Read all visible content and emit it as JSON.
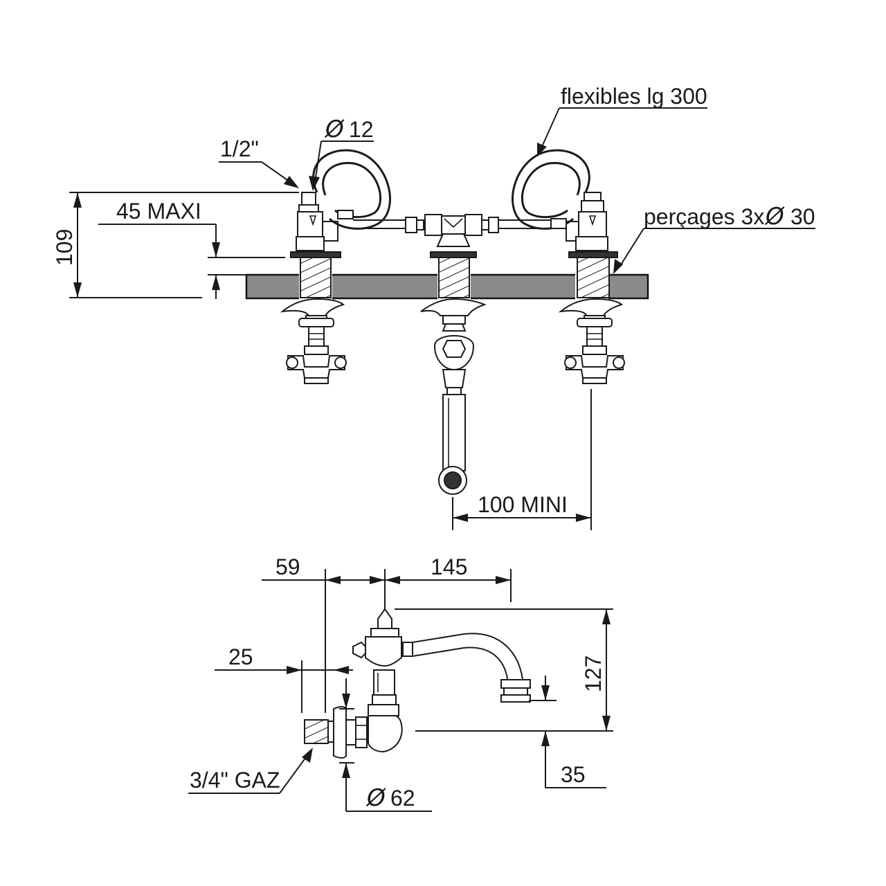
{
  "front_view": {
    "labels": {
      "flex": "flexibles lg 300",
      "diam12_sym": "Ø",
      "diam12_val": "12",
      "half_inch": "1/2\"",
      "maxi": "45 MAXI",
      "height": "109",
      "holes_prefix": "perçages 3x",
      "holes_sym": "Ø",
      "holes_val": "30",
      "mini": "100 MINI"
    }
  },
  "side_view": {
    "labels": {
      "d59": "59",
      "d145": "145",
      "d25": "25",
      "d127": "127",
      "d35": "35",
      "gaz": "3/4\" GAZ",
      "diam62_sym": "Ø",
      "diam62_val": "62"
    }
  },
  "colors": {
    "line": "#1a1a1a",
    "counter_fill": "#8a8a8a"
  }
}
